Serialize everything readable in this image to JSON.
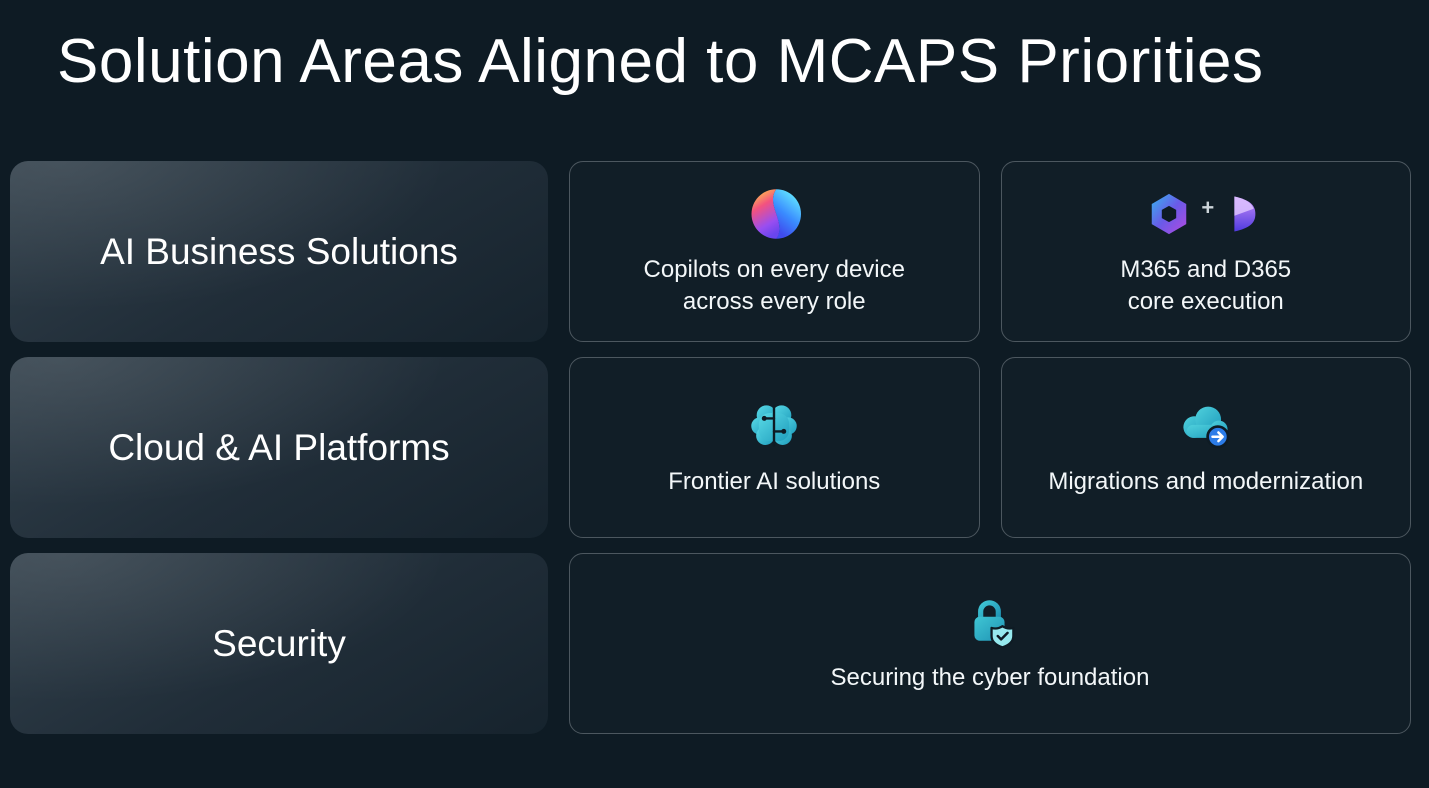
{
  "title": "Solution Areas Aligned to MCAPS Priorities",
  "plus_sign": "+",
  "colors": {
    "background": "#0e1b24",
    "card_border": "#4c575f",
    "area_card_top": "#33414c",
    "area_card_bottom": "#16232d",
    "accent_teal": "#3cc6d4",
    "accent_blue": "#2c7ce8",
    "text": "#ffffff"
  },
  "rows": [
    {
      "area_label": "AI Business Solutions",
      "cards": [
        {
          "icon": "copilot-icon",
          "line1": "Copilots on every device",
          "line2": "across every role"
        },
        {
          "icon": "m365-plus-d365-icon",
          "line1": "M365 and D365",
          "line2": "core execution"
        }
      ]
    },
    {
      "area_label": "Cloud & AI Platforms",
      "cards": [
        {
          "icon": "ai-brain-circuit-icon",
          "line1": "Frontier AI solutions",
          "line2": ""
        },
        {
          "icon": "cloud-migration-icon",
          "line1": "Migrations and modernization",
          "line2": ""
        }
      ]
    },
    {
      "area_label": "Security",
      "cards": [
        {
          "icon": "security-lock-shield-icon",
          "line1": "Securing the cyber foundation",
          "line2": ""
        }
      ]
    }
  ]
}
